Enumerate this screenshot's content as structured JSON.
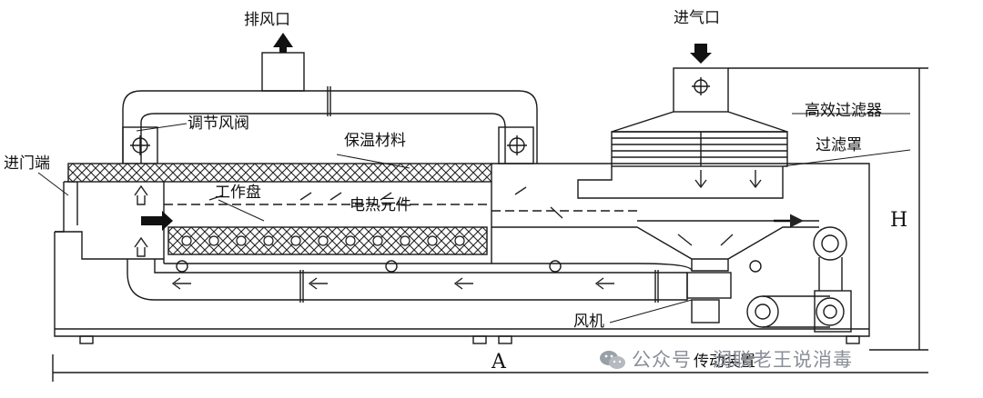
{
  "labels": {
    "exhaust_port": "排风口",
    "air_inlet": "进气口",
    "damper": "调节风阀",
    "insulation": "保温材料",
    "door_end": "进门端",
    "hepa_filter": "高效过滤器",
    "filter_cover": "过滤罩",
    "tray": "工作盘",
    "heater": "电热元件",
    "fan": "风机",
    "drive": "传动装置"
  },
  "dimensions": {
    "height": "H",
    "length": "A"
  },
  "watermark": {
    "text": "公众号 · 润联老王说消毒",
    "icon": "wechat-icon"
  },
  "colors": {
    "line": "#1a1a1a",
    "watermark": "#8a8f98"
  }
}
